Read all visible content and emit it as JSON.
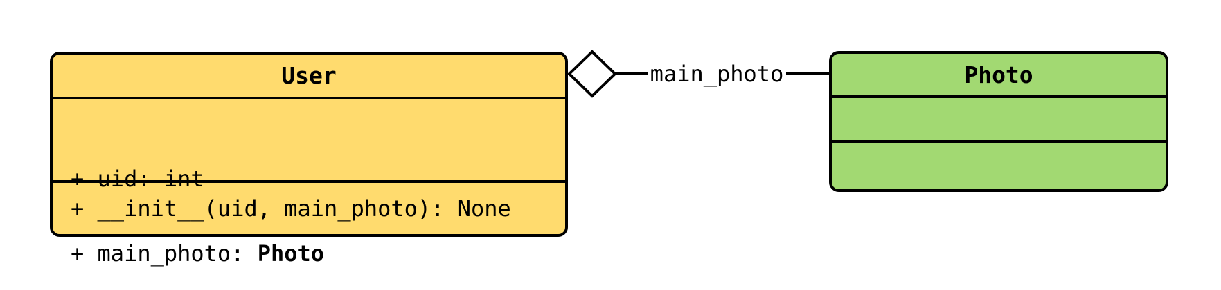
{
  "diagram": {
    "type": "uml-class-diagram",
    "background": "#ffffff",
    "stroke_color": "#000000",
    "classes": [
      {
        "name": "User",
        "fill": "#ffdb6e",
        "attributes": [
          {
            "text": "+ uid: int"
          },
          {
            "prefix": "+ main_photo: ",
            "type": "Photo"
          }
        ],
        "methods": [
          {
            "text": "+ __init__(uid, main_photo): None"
          }
        ]
      },
      {
        "name": "Photo",
        "fill": "#a2d972",
        "attributes": [],
        "methods": []
      }
    ],
    "relation": {
      "kind": "aggregation",
      "diamond": "hollow",
      "diamond_side": "User",
      "label": "main_photo"
    }
  }
}
